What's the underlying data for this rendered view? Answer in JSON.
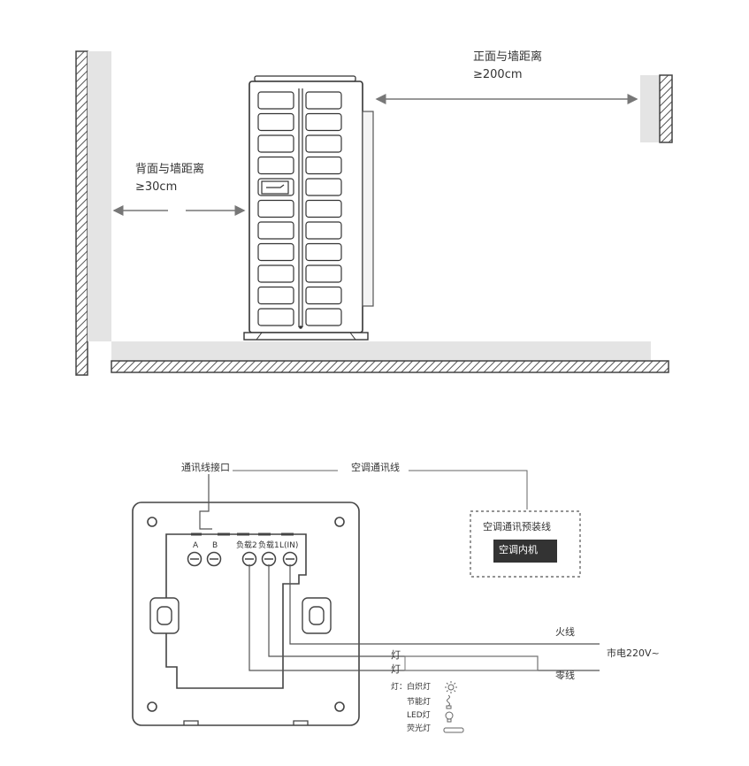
{
  "installation": {
    "back_clearance_label": "背面与墙距离",
    "back_clearance_value": "≥30cm",
    "front_clearance_label": "正面与墙距离",
    "front_clearance_value": "≥200cm"
  },
  "wiring": {
    "comm_port_label": "通讯线接口",
    "ac_comm_line_label": "空调通讯线",
    "prewire_box_label": "空调通讯预装线",
    "indoor_unit_label": "空调内机",
    "terminals": [
      "A",
      "B",
      "负载2",
      "负载1",
      "L(IN)"
    ],
    "live_wire_label": "火线",
    "neutral_wire_label": "零线",
    "mains_label": "市电220V~",
    "lamp_label_1": "灯",
    "lamp_label_2": "灯",
    "lamp_types": [
      {
        "label": "灯：白炽灯",
        "icon": "incandescent-bulb-icon"
      },
      {
        "label": "节能灯",
        "icon": "cfl-bulb-icon"
      },
      {
        "label": "LED灯",
        "icon": "led-bulb-icon"
      },
      {
        "label": "荧光灯",
        "icon": "fluorescent-tube-icon"
      }
    ]
  }
}
